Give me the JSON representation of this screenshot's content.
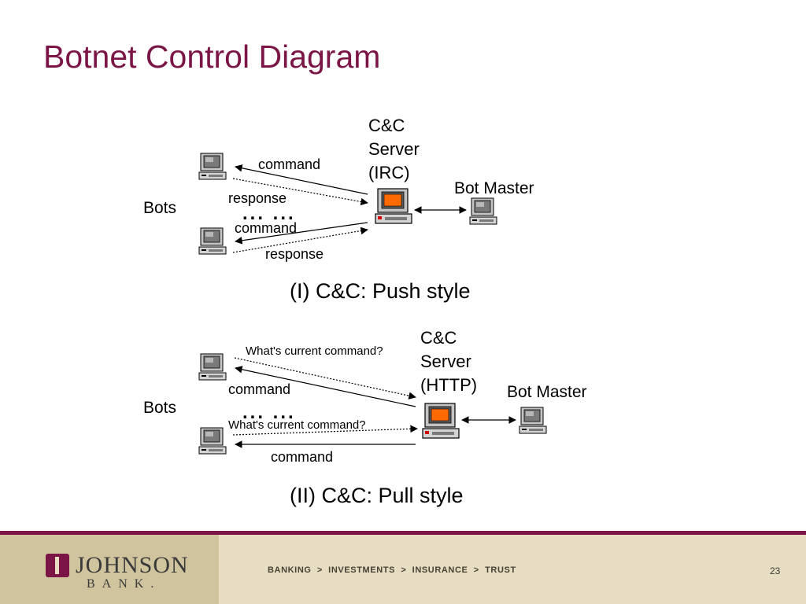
{
  "slide": {
    "title": "Botnet Control Diagram"
  },
  "push_diagram": {
    "server_label_lines": [
      "C&C",
      "Server",
      "(IRC)"
    ],
    "bots_label": "Bots",
    "bot_master_label": "Bot Master",
    "ellipsis": "... ...",
    "edge_labels": {
      "command_top": "command",
      "response_top": "response",
      "command_bottom": "command",
      "response_bottom": "response"
    },
    "caption": "(I) C&C: Push style"
  },
  "pull_diagram": {
    "server_label_lines": [
      "C&C",
      "Server",
      "(HTTP)"
    ],
    "bots_label": "Bots",
    "bot_master_label": "Bot Master",
    "ellipsis": "... ...",
    "edge_labels": {
      "query_top": "What's current command?",
      "command_top": "command",
      "query_bottom": "What's current command?",
      "command_bottom": "command"
    },
    "caption": "(II) C&C: Pull style"
  },
  "footer": {
    "logo_word": "JOHNSON",
    "logo_sub": "BANK.",
    "nav": "BANKING  >  INVESTMENTS  >  INSURANCE  >  TRUST",
    "page_number": "23"
  },
  "colors": {
    "title": "#7b1546",
    "footer_rule": "#7b1546",
    "server_screen": "#ff6a00"
  },
  "icons": {
    "computer": "desktop-computer-icon",
    "server": "server-computer-icon",
    "logo": "johnson-bank-logo-icon"
  }
}
